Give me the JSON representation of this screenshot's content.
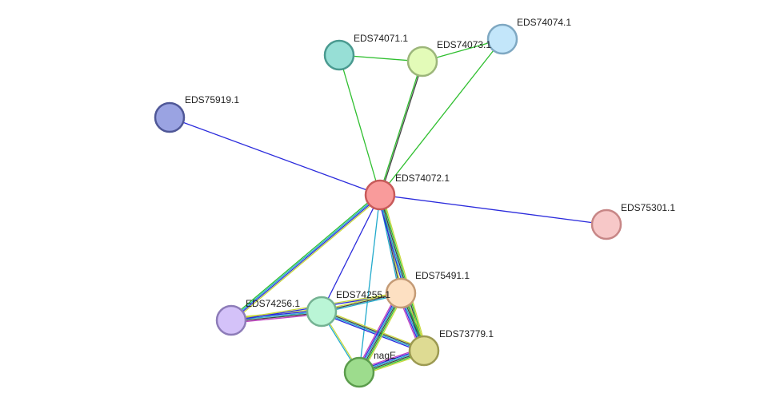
{
  "nodes": [
    {
      "id": "EDS74072.1",
      "label": "EDS74072.1",
      "fill": "#f99b9b",
      "stroke": "#c85a5a"
    },
    {
      "id": "EDS74071.1",
      "label": "EDS74071.1",
      "fill": "#97dfd6",
      "stroke": "#4a9a90"
    },
    {
      "id": "EDS74073.1",
      "label": "EDS74073.1",
      "fill": "#e3fbb8",
      "stroke": "#9cb67a"
    },
    {
      "id": "EDS74074.1",
      "label": "EDS74074.1",
      "fill": "#c3e6fa",
      "stroke": "#7fa8c2"
    },
    {
      "id": "EDS75919.1",
      "label": "EDS75919.1",
      "fill": "#9aa3e2",
      "stroke": "#4f5797"
    },
    {
      "id": "EDS75301.1",
      "label": "EDS75301.1",
      "fill": "#f7c8c8",
      "stroke": "#c78686"
    },
    {
      "id": "EDS75491.1",
      "label": "EDS75491.1",
      "fill": "#fde0c2",
      "stroke": "#c49b76"
    },
    {
      "id": "EDS74255.1",
      "label": "EDS74255.1",
      "fill": "#baf5d6",
      "stroke": "#74b292"
    },
    {
      "id": "EDS74256.1",
      "label": "EDS74256.1",
      "fill": "#d4c2f9",
      "stroke": "#8d7cb8"
    },
    {
      "id": "EDS73779.1",
      "label": "EDS73779.1",
      "fill": "#dedb93",
      "stroke": "#9c9a52"
    },
    {
      "id": "nagE",
      "label": "nagE",
      "fill": "#9ddc8d",
      "stroke": "#5b9c4c"
    }
  ],
  "edges": [
    {
      "source": "EDS74072.1",
      "target": "EDS74071.1",
      "colors": [
        "#2fbf2f"
      ]
    },
    {
      "source": "EDS74072.1",
      "target": "EDS74073.1",
      "colors": [
        "#2fbf2f",
        "#444444"
      ]
    },
    {
      "source": "EDS74072.1",
      "target": "EDS74074.1",
      "colors": [
        "#2fbf2f"
      ]
    },
    {
      "source": "EDS74071.1",
      "target": "EDS74073.1",
      "colors": [
        "#2fbf2f"
      ]
    },
    {
      "source": "EDS74073.1",
      "target": "EDS74074.1",
      "colors": [
        "#2fbf2f"
      ]
    },
    {
      "source": "EDS74072.1",
      "target": "EDS75919.1",
      "colors": [
        "#2b2bdc"
      ]
    },
    {
      "source": "EDS74072.1",
      "target": "EDS75301.1",
      "colors": [
        "#2b2bdc"
      ]
    },
    {
      "source": "EDS74072.1",
      "target": "EDS74256.1",
      "colors": [
        "#c8d83c",
        "#2b2bdc",
        "#22aacc",
        "#2fbf2f"
      ]
    },
    {
      "source": "EDS74072.1",
      "target": "EDS74255.1",
      "colors": [
        "#2b2bdc"
      ]
    },
    {
      "source": "EDS74072.1",
      "target": "EDS75491.1",
      "colors": [
        "#c8d83c",
        "#444444",
        "#22aacc"
      ]
    },
    {
      "source": "EDS74072.1",
      "target": "EDS73779.1",
      "colors": [
        "#c8d83c",
        "#2fbf2f",
        "#444444",
        "#22aacc",
        "#2b2bdc"
      ]
    },
    {
      "source": "EDS74072.1",
      "target": "nagE",
      "colors": [
        "#22aacc"
      ]
    },
    {
      "source": "EDS74256.1",
      "target": "EDS74255.1",
      "colors": [
        "#c8d83c",
        "#2b2bdc",
        "#22aacc",
        "#444444",
        "#c040c0"
      ]
    },
    {
      "source": "EDS74256.1",
      "target": "EDS75491.1",
      "colors": [
        "#c8d83c",
        "#2b2bdc"
      ]
    },
    {
      "source": "EDS74255.1",
      "target": "EDS75491.1",
      "colors": [
        "#c8d83c",
        "#444444",
        "#22aacc"
      ]
    },
    {
      "source": "EDS74255.1",
      "target": "EDS73779.1",
      "colors": [
        "#c8d83c",
        "#444444",
        "#22aacc",
        "#2b2bdc"
      ]
    },
    {
      "source": "EDS74255.1",
      "target": "nagE",
      "colors": [
        "#c8d83c",
        "#22aacc"
      ]
    },
    {
      "source": "EDS75491.1",
      "target": "EDS73779.1",
      "colors": [
        "#c8d83c",
        "#2fbf2f",
        "#444444",
        "#22aacc",
        "#2b2bdc",
        "#c040c0"
      ]
    },
    {
      "source": "EDS75491.1",
      "target": "nagE",
      "colors": [
        "#c8d83c",
        "#2fbf2f",
        "#444444",
        "#22aacc",
        "#2b2bdc",
        "#c040c0"
      ]
    },
    {
      "source": "EDS73779.1",
      "target": "nagE",
      "colors": [
        "#c8d83c",
        "#2fbf2f",
        "#444444",
        "#22aacc",
        "#2b2bdc",
        "#c040c0"
      ]
    }
  ]
}
